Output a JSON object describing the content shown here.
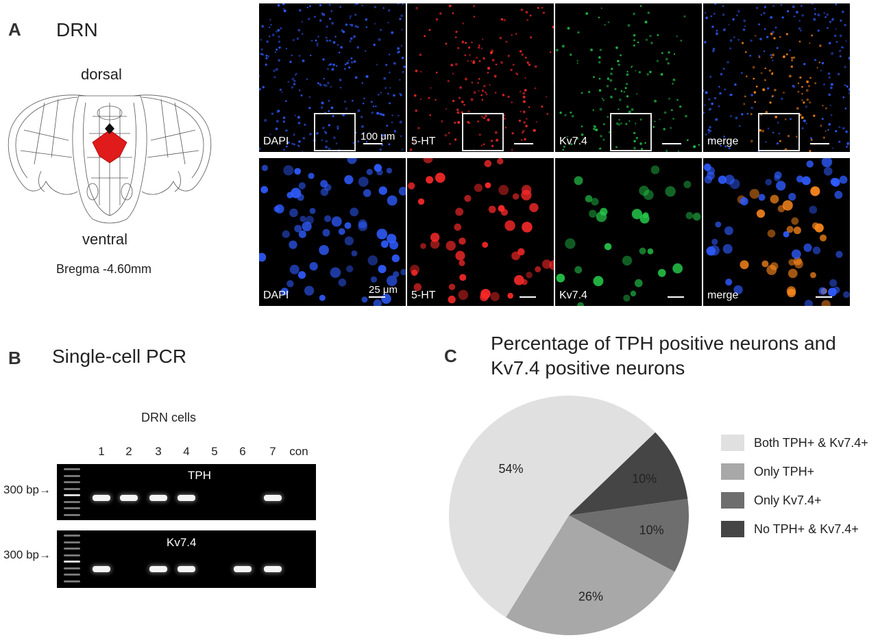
{
  "panel_a": {
    "letter": "A",
    "title": "DRN",
    "atlas": {
      "top_label": "dorsal",
      "bottom_label": "ventral",
      "bregma": "Bregma -4.60mm"
    },
    "top_row": [
      {
        "label": "DAPI",
        "scale": "100 μm"
      },
      {
        "label": "5-HT",
        "scale": ""
      },
      {
        "label": "Kv7.4",
        "scale": ""
      },
      {
        "label": "merge",
        "scale": ""
      }
    ],
    "bottom_row": [
      {
        "label": "DAPI",
        "scale": "25 μm"
      },
      {
        "label": "5-HT",
        "scale": ""
      },
      {
        "label": "Kv7.4",
        "scale": ""
      },
      {
        "label": "merge",
        "scale": ""
      }
    ]
  },
  "panel_b": {
    "letter": "B",
    "title": "Single-cell PCR",
    "lanes_title": "DRN cells",
    "lanes": [
      "1",
      "2",
      "3",
      "4",
      "5",
      "6",
      "7",
      "con"
    ],
    "size_marker": "300 bp",
    "gels": [
      {
        "name": "TPH",
        "positive": [
          true,
          true,
          true,
          true,
          false,
          false,
          true,
          false
        ]
      },
      {
        "name": "Kv7.4",
        "positive": [
          true,
          false,
          true,
          true,
          false,
          true,
          true,
          false
        ]
      }
    ]
  },
  "panel_c": {
    "letter": "C",
    "title_line1": "Percentage of TPH positive neurons and",
    "title_line2": "Kv7.4 positive neurons"
  },
  "chart_data": {
    "type": "pie",
    "title": "Percentage of TPH positive neurons and Kv7.4 positive neurons",
    "slices": [
      {
        "label": "Both TPH+ & Kv7.4+",
        "value": 54,
        "display": "54%",
        "color": "#e0e0e0"
      },
      {
        "label": "Only TPH+",
        "value": 26,
        "display": "26%",
        "color": "#a8a8a8"
      },
      {
        "label": "Only Kv7.4+",
        "value": 10,
        "display": "10%",
        "color": "#6e6e6e"
      },
      {
        "label": "No TPH+ & Kv7.4+",
        "value": 10,
        "display": "10%",
        "color": "#454545"
      }
    ],
    "legend_position": "right"
  },
  "colors": {
    "dapi": "#2f5cff",
    "serotonin": "#ff2a2a",
    "kv74": "#25c74a",
    "atlas_highlight": "#e01b1b"
  }
}
